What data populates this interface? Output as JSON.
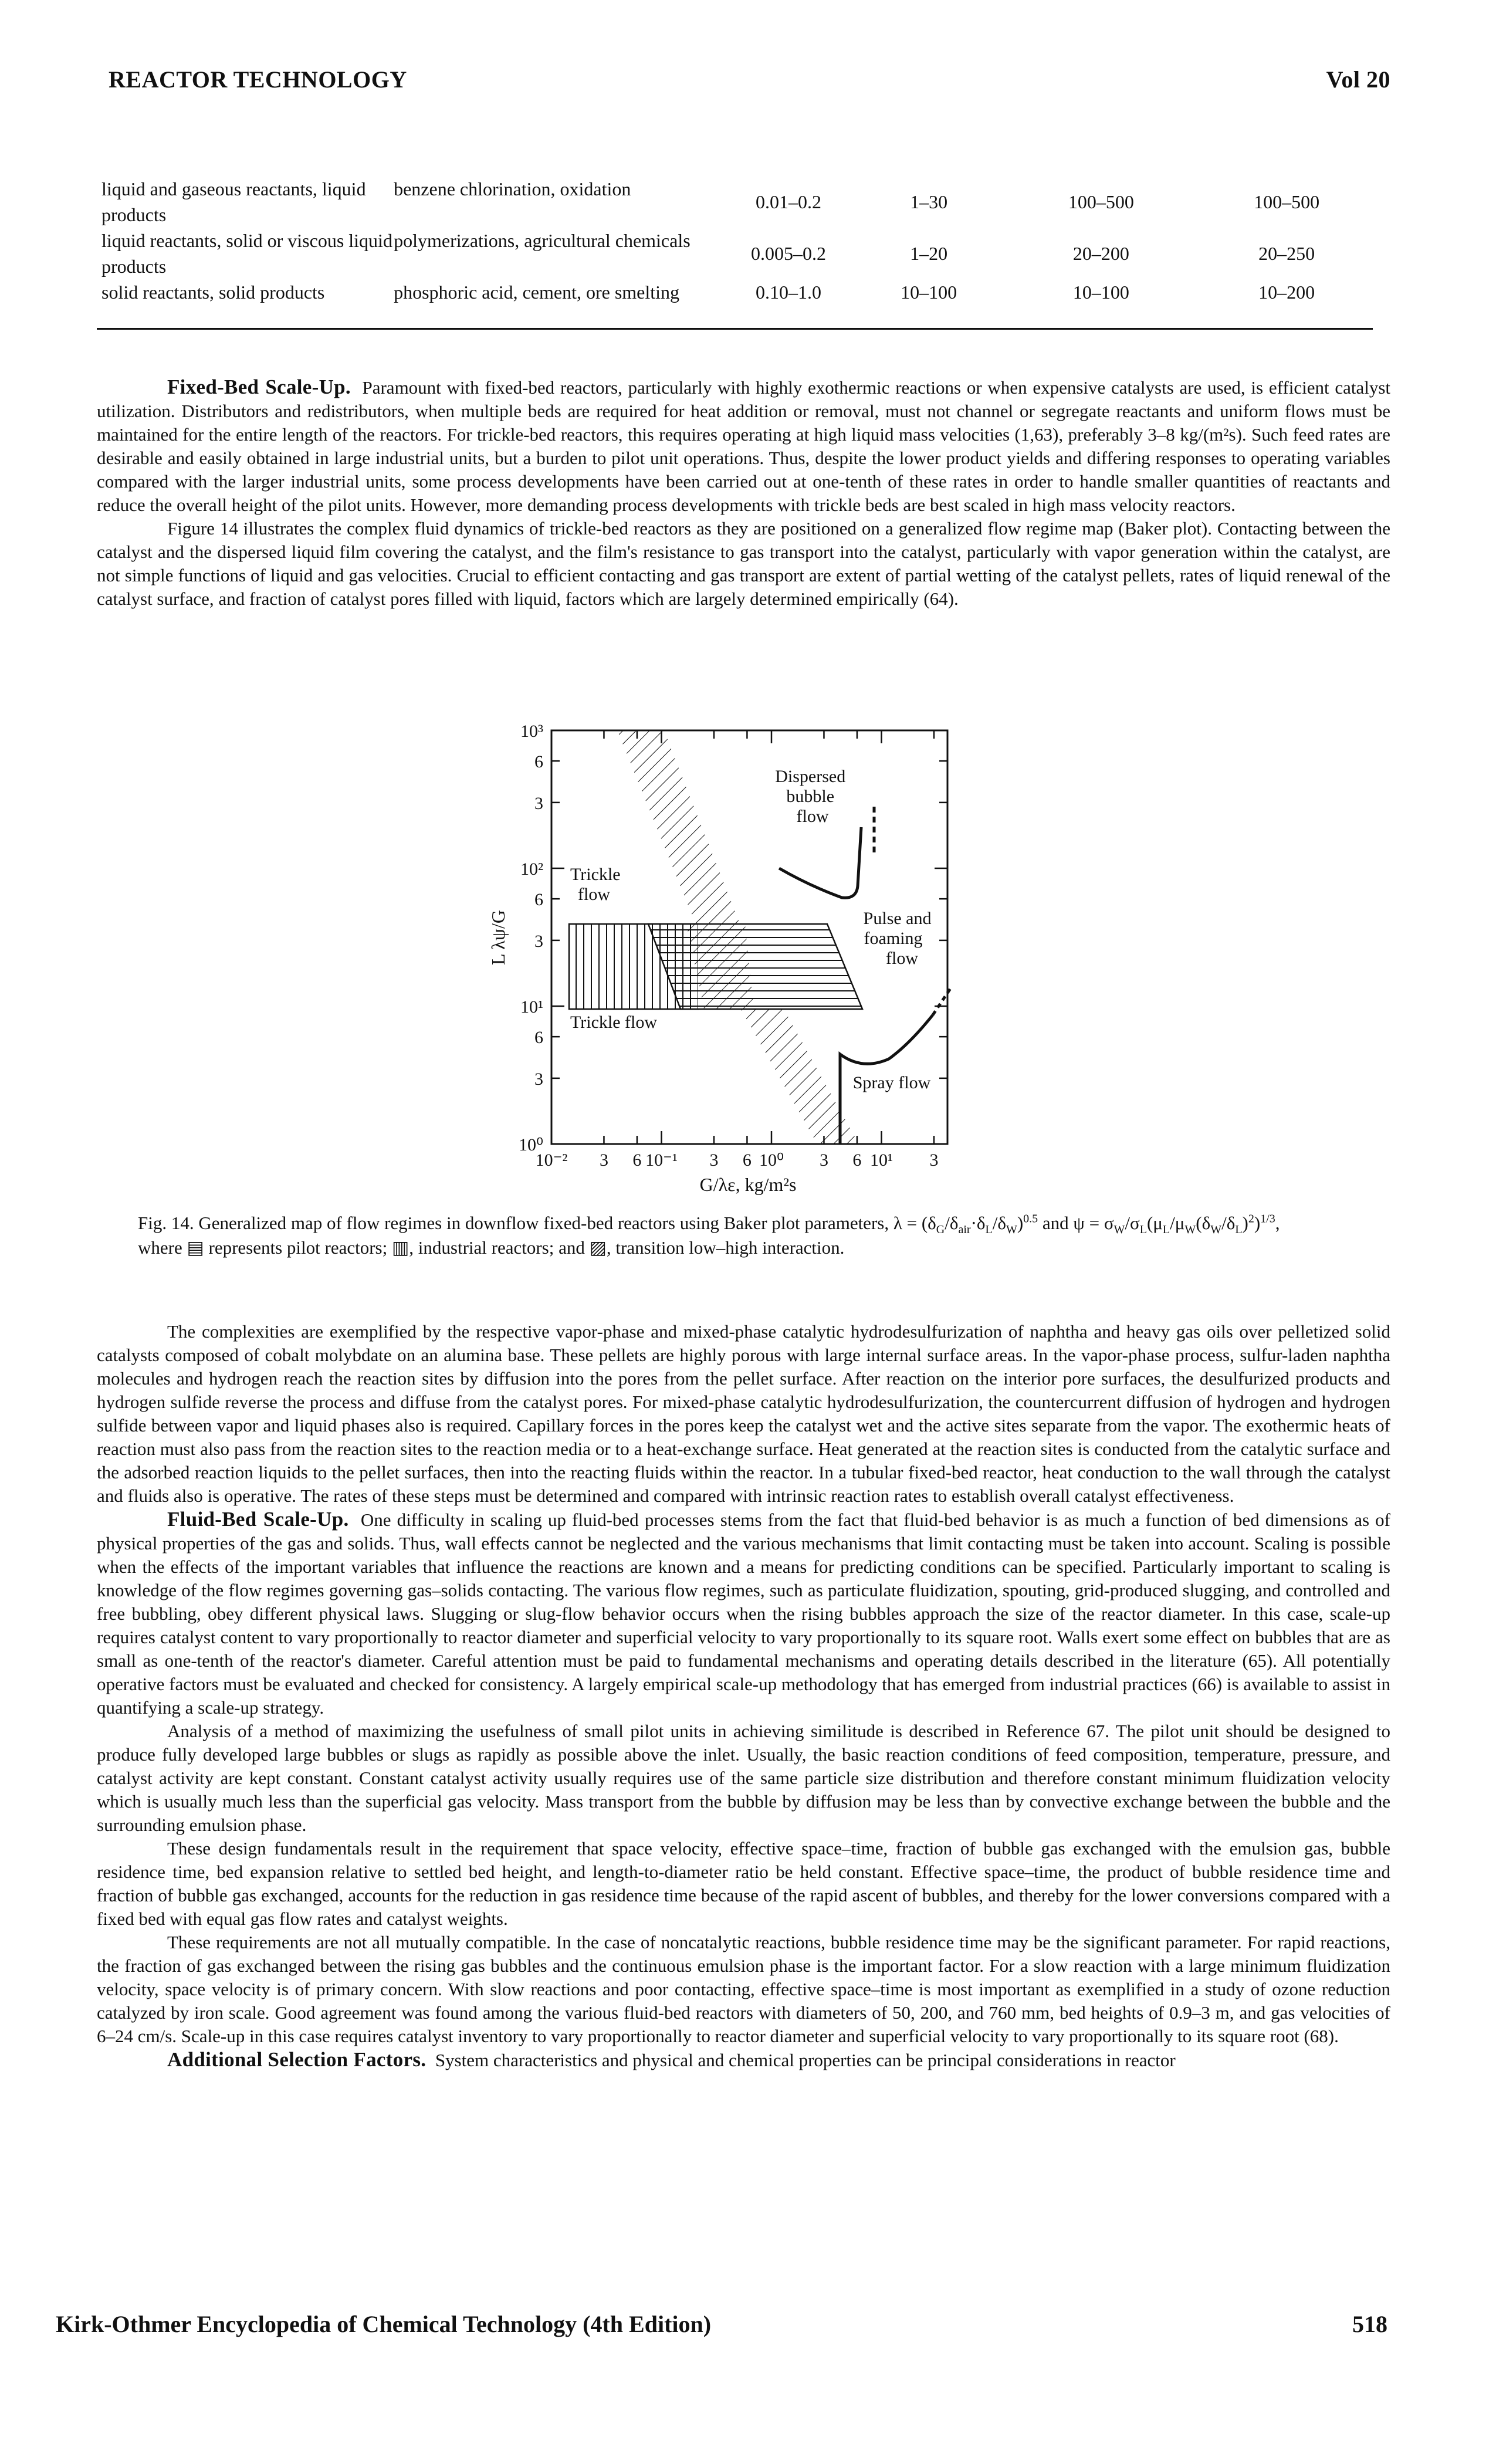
{
  "header": {
    "left": "REACTOR TECHNOLOGY",
    "right": "Vol 20"
  },
  "table_rows": [
    {
      "phases": "liquid and gaseous reactants, liquid products",
      "examples": "benzene chlorination, oxidation",
      "v1": "0.01–0.2",
      "v2": "1–30",
      "v3": "100–500",
      "v4": "100–500"
    },
    {
      "phases": "liquid reactants, solid or viscous liquid products",
      "examples": "polymerizations, agricultural chemicals",
      "v1": "0.005–0.2",
      "v2": "1–20",
      "v3": "20–200",
      "v4": "20–250"
    },
    {
      "phases": "solid reactants, solid products",
      "examples": "phosphoric acid, cement, ore smelting",
      "v1": "0.10–1.0",
      "v2": "10–100",
      "v3": "10–100",
      "v4": "10–200"
    }
  ],
  "fixed_bed": {
    "heading": "Fixed-Bed Scale-Up.",
    "p1": "Paramount with fixed-bed reactors, particularly with highly exothermic reactions or when expensive catalysts are used, is efficient catalyst utilization. Distributors and redistributors, when multiple beds are required for heat addition or removal, must not channel or segregate reactants and uniform flows must be maintained for the entire length of the reactors. For trickle-bed reactors, this requires operating at high liquid mass velocities (1,63), preferably 3–8 kg/(m²s). Such feed rates are desirable and easily obtained in large industrial units, but a burden to pilot unit operations. Thus, despite the lower product yields and differing responses to operating variables compared with the larger industrial units, some process developments have been carried out at one-tenth of these rates in order to handle smaller quantities of reactants and reduce the overall height of the pilot units. However, more demanding process developments with trickle beds are best scaled in high mass velocity reactors.",
    "p2": "Figure 14 illustrates the complex fluid dynamics of trickle-bed reactors as they are positioned on a generalized flow regime map (Baker plot). Contacting between the catalyst and the dispersed liquid film covering the catalyst, and the film's resistance to gas transport into the catalyst, particularly with vapor generation within the catalyst, are not simple functions of liquid and gas velocities. Crucial to efficient contacting and gas transport are extent of partial wetting of the catalyst pellets, rates of liquid renewal of the catalyst surface, and fraction of catalyst pores filled with liquid, factors which are largely determined empirically (64)."
  },
  "figure": {
    "y_ticks": [
      "10³",
      "6",
      "3",
      "10²",
      "6",
      "3",
      "10¹",
      "6",
      "3",
      "10⁰"
    ],
    "x_ticks": [
      "10⁻²",
      "3",
      "6",
      "10⁻¹",
      "3",
      "6",
      "10⁰",
      "3",
      "6",
      "10¹",
      "3"
    ],
    "ylabel": "L λψ/G",
    "xlabel": "G/λε, kg/m²s",
    "regions": {
      "trickle_upper": [
        "Trickle",
        "flow"
      ],
      "trickle_lower": "Trickle flow",
      "dispersed": [
        "Dispersed",
        "bubble",
        "flow"
      ],
      "pulse": [
        "Pulse and",
        "foaming",
        "flow"
      ],
      "spray": "Spray flow"
    },
    "caption_1": "Fig. 14. Generalized map of flow regimes in downflow fixed-bed reactors using Baker plot parameters, λ = (δ",
    "caption_2": ", where ▤ represents pilot reactors; ▥, industrial reactors; and ▨, transition low–high interaction."
  },
  "body2": {
    "p1": "The complexities are exemplified by the respective vapor-phase and mixed-phase catalytic hydrodesulfurization of naphtha and heavy gas oils over pelletized solid catalysts composed of cobalt molybdate on an alumina base. These pellets are highly porous with large internal surface areas. In the vapor-phase process, sulfur-laden naphtha molecules and hydrogen reach the reaction sites by diffusion into the pores from the pellet surface. After reaction on the interior pore surfaces, the desulfurized products and hydrogen sulfide reverse the process and diffuse from the catalyst pores. For mixed-phase catalytic hydrodesulfurization, the countercurrent diffusion of hydrogen and hydrogen sulfide between vapor and liquid phases also is required. Capillary forces in the pores keep the catalyst wet and the active sites separate from the vapor. The exothermic heats of reaction must also pass from the reaction sites to the reaction media or to a heat-exchange surface. Heat generated at the reaction sites is conducted from the catalytic surface and the adsorbed reaction liquids to the pellet surfaces, then into the reacting fluids within the reactor. In a tubular fixed-bed reactor, heat conduction to the wall through the catalyst and fluids also is operative. The rates of these steps must be determined and compared with intrinsic reaction rates to establish overall catalyst effectiveness.",
    "fluid_heading": "Fluid-Bed Scale-Up.",
    "p2": "One difficulty in scaling up fluid-bed processes stems from the fact that fluid-bed behavior is as much a function of bed dimensions as of physical properties of the gas and solids. Thus, wall effects cannot be neglected and the various mechanisms that limit contacting must be taken into account. Scaling is possible when the effects of the important variables that influence the reactions are known and a means for predicting conditions can be specified. Particularly important to scaling is knowledge of the flow regimes governing gas–solids contacting. The various flow regimes, such as particulate fluidization, spouting, grid-produced slugging, and controlled and free bubbling, obey different physical laws. Slugging or slug-flow behavior occurs when the rising bubbles approach the size of the reactor diameter. In this case, scale-up requires catalyst content to vary proportionally to reactor diameter and superficial velocity to vary proportionally to its square root. Walls exert some effect on bubbles that are as small as one-tenth of the reactor's diameter. Careful attention must be paid to fundamental mechanisms and operating details described in the literature (65). All potentially operative factors must be evaluated and checked for consistency. A largely empirical scale-up methodology that has emerged from industrial practices (66) is available to assist in quantifying a scale-up strategy.",
    "p3": "Analysis of a method of maximizing the usefulness of small pilot units in achieving similitude is described in Reference 67. The pilot unit should be designed to produce fully developed large bubbles or slugs as rapidly as possible above the inlet. Usually, the basic reaction conditions of feed composition, temperature, pressure, and catalyst activity are kept constant. Constant catalyst activity usually requires use of the same particle size distribution and therefore constant minimum fluidization velocity which is usually much less than the superficial gas velocity. Mass transport from the bubble by diffusion may be less than by convective exchange between the bubble and the surrounding emulsion phase.",
    "p4": "These design fundamentals result in the requirement that space velocity, effective space–time, fraction of bubble gas exchanged with the emulsion gas, bubble residence time, bed expansion relative to settled bed height, and length-to-diameter ratio be held constant. Effective space–time, the product of bubble residence time and fraction of bubble gas exchanged, accounts for the reduction in gas residence time because of the rapid ascent of bubbles, and thereby for the lower conversions compared with a fixed bed with equal gas flow rates and catalyst weights.",
    "p5": "These requirements are not all mutually compatible. In the case of noncatalytic reactions, bubble residence time may be the significant parameter. For rapid reactions, the fraction of gas exchanged between the rising gas bubbles and the continuous emulsion phase is the important factor. For a slow reaction with a large minimum fluidization velocity, space velocity is of primary concern. With slow reactions and poor contacting, effective space–time is most important as exemplified in a study of ozone reduction catalyzed by iron scale. Good agreement was found among the various fluid-bed reactors with diameters of 50, 200, and 760 mm, bed heights of 0.9–3 m, and gas velocities of 6–24 cm/s. Scale-up in this case requires catalyst inventory to vary proportionally to reactor diameter and superficial velocity to vary proportionally to its square root (68).",
    "additional_heading": "Additional Selection Factors.",
    "p6": "System characteristics and physical and chemical properties can be principal considerations in reactor"
  },
  "footer": {
    "left": "Kirk-Othmer Encyclopedia of Chemical Technology (4th Edition)",
    "right": "518"
  }
}
